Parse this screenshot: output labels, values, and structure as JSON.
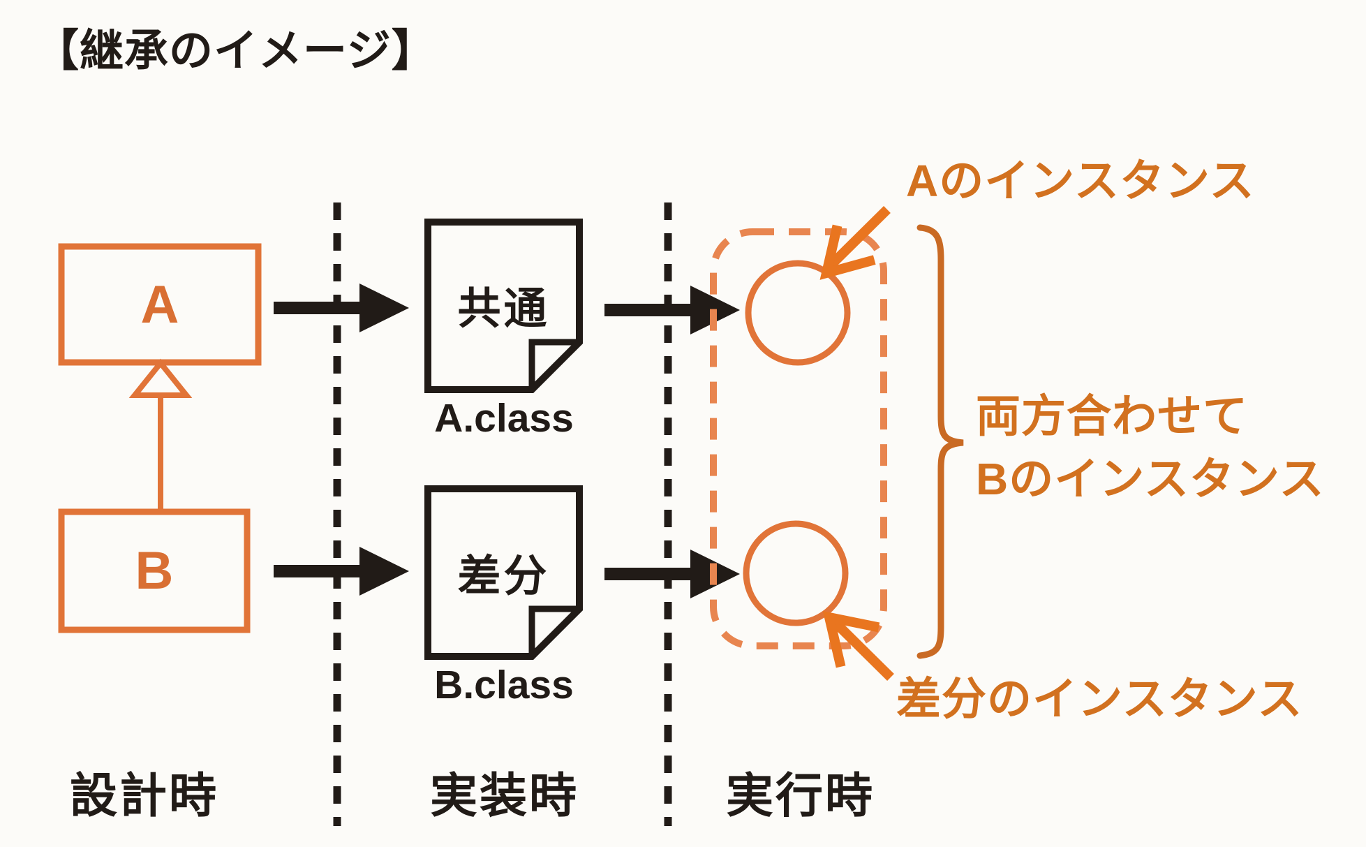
{
  "title": "【継承のイメージ】",
  "design": {
    "class_a": "A",
    "class_b": "B"
  },
  "implementation": {
    "file_a": {
      "content": "共通",
      "filename": "A.class"
    },
    "file_b": {
      "content": "差分",
      "filename": "B.class"
    }
  },
  "runtime": {
    "instance_a_label": "Aのインスタンス",
    "combined_line1": "両方合わせて",
    "combined_line2": "Bのインスタンス",
    "instance_diff_label": "差分のインスタンス"
  },
  "columns": {
    "design": {
      "label": "設計時"
    },
    "implementation": {
      "label": "実装時"
    },
    "runtime": {
      "label": "実行時"
    }
  },
  "colors": {
    "ink": "#211b17",
    "orange_shape": "#E17438",
    "orange_dashed": "#E8854F",
    "orange_arrow": "#E9751F",
    "orange_text": "#D2711F",
    "orange_brace": "#C96A24",
    "background": "#FCFBF8"
  }
}
